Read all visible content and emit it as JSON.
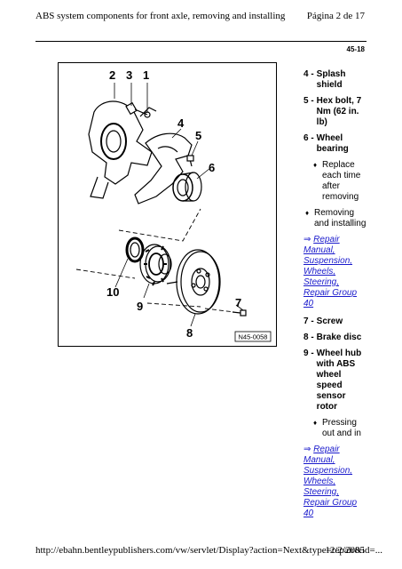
{
  "header": {
    "title": "ABS system components for front axle, removing and installing",
    "page": "Página 2 de 17"
  },
  "page_number": "45-18",
  "figure": {
    "callouts": {
      "c1": "1",
      "c2": "2",
      "c3": "3",
      "c4": "4",
      "c5": "5",
      "c6": "6",
      "c7": "7",
      "c8": "8",
      "c9": "9",
      "c10": "10"
    },
    "code": "N45-0058"
  },
  "legend": {
    "i4": {
      "num": "4 -",
      "text": "Splash shield"
    },
    "i5": {
      "num": "5 -",
      "text": "Hex bolt, 7 Nm (62 in. lb)"
    },
    "i6": {
      "num": "6 -",
      "text": "Wheel bearing"
    },
    "b6": "Replace each time after removing",
    "b_remove": "Removing and installing",
    "xref1": {
      "arrow": "⇒",
      "text": "Repair Manual, Suspension, Wheels, Steering, Repair Group 40"
    },
    "i7": {
      "num": "7 -",
      "text": "Screw"
    },
    "i8": {
      "num": "8 -",
      "text": "Brake disc"
    },
    "i9": {
      "num": "9 -",
      "text": "Wheel hub with ABS wheel speed sensor rotor"
    },
    "b9": "Pressing out and in",
    "xref2": {
      "arrow": "⇒",
      "text": "Repair Manual, Suspension, Wheels, Steering, Repair Group 40"
    }
  },
  "footer": {
    "url": "http://ebahn.bentleypublishers.com/vw/servlet/Display?action=Next&type=repair&id=...",
    "date": "12/2/2005"
  }
}
